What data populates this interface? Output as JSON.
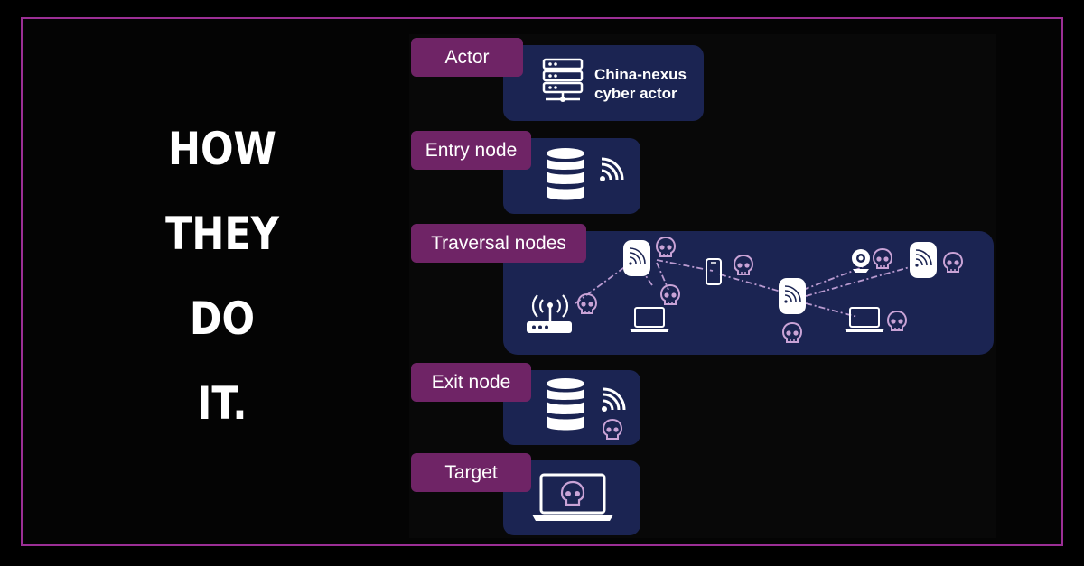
{
  "headline": [
    "HOW",
    "THEY",
    "DO",
    "IT."
  ],
  "colors": {
    "frame": "#9b2f95",
    "card": "#1b2452",
    "tag": "#6f2466",
    "skull": "#c9a3d6",
    "link": "#b99ad0"
  },
  "layers": {
    "actor": {
      "label": "Actor",
      "line1": "China-nexus",
      "line2": "cyber actor",
      "icon": "server-rack-icon"
    },
    "entry": {
      "label": "Entry node",
      "icons": [
        "database-icon",
        "wifi-signal-icon"
      ]
    },
    "traversal": {
      "label": "Traversal nodes",
      "icons": [
        "router-icon",
        "router-device-icon",
        "laptop-icon",
        "phone-icon",
        "webcam-icon",
        "skull-icon"
      ]
    },
    "exit": {
      "label": "Exit node",
      "icons": [
        "database-icon",
        "wifi-signal-icon",
        "skull-icon"
      ]
    },
    "target": {
      "label": "Target",
      "icon": "compromised-laptop-icon"
    }
  }
}
